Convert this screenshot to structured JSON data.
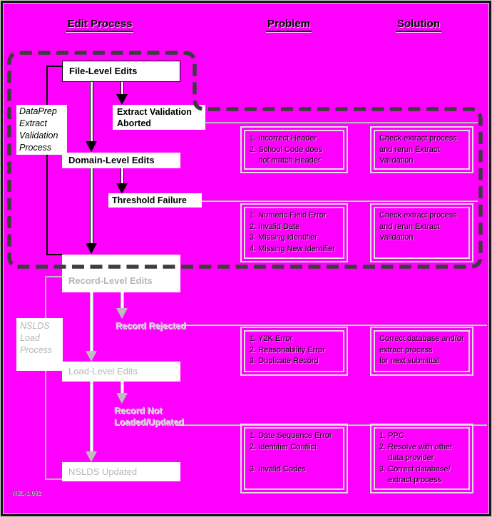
{
  "headers": {
    "edit_process": "Edit Process",
    "problem": "Problem",
    "solution": "Solution"
  },
  "edit_flow": {
    "dataprep_region_label": "DataPrep\nExtract\nValidation\nProcess",
    "nslds_region_label": "NSLDS\nLoad\nProcess",
    "file_level_edits": "File-Level Edits",
    "extract_validation_aborted": "Extract Validation\nAborted",
    "domain_level_edits": "Domain-Level Edits",
    "threshold_failure": "Threshold Failure",
    "record_level_edits": "Record-Level Edits",
    "record_rejected": "Record Rejected",
    "load_level_edits": "Load-Level Edits",
    "record_not_loaded": "Record Not\nLoaded/Updated",
    "nslds_updated": "NSLDS Updated"
  },
  "rows": [
    {
      "problem": "1. Incorrect Header\n2. School Code does\n    not match Header",
      "solution": "Check extract process\nand rerun Extract\nValidation"
    },
    {
      "problem": "1. Numeric Field Error\n2. Invalid Date\n3. Missing Identifier\n4. Missing New Identifier",
      "solution": "Check extract process\nand rerun Extract\nValidation"
    },
    {
      "problem": "1. Y2K Error\n2. Reasonability Error\n3. Duplicate Record",
      "solution": "Correct database and/or\nextract process\nfor next submittal"
    },
    {
      "problem": "1. Date Sequence Error\n2. Identifier Conflict\n\n3. Invalid Codes",
      "solution": "1. PPC\n2. Resolve with other\n    data provider\n3. Correct database/\n    extract process"
    }
  ],
  "footnote": "NSL-1.062",
  "colors": {
    "background": "#ff00ff",
    "dashed_region_border": "#3d3d3d",
    "active_flow": "#000000",
    "inactive_flow": "#bcbcbc"
  }
}
